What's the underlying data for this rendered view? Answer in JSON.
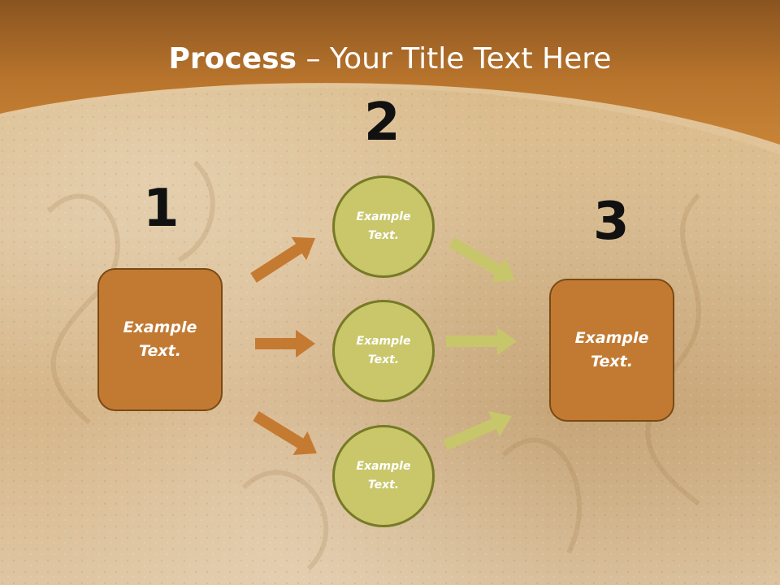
{
  "title": {
    "bold": "Process",
    "rest": " – Your Title Text Here"
  },
  "steps": [
    {
      "number": "1",
      "label": "Example\nText."
    },
    {
      "number": "2",
      "labels": [
        "Example\nText.",
        "Example\nText.",
        "Example\nText."
      ]
    },
    {
      "number": "3",
      "label": "Example\nText."
    }
  ],
  "colors": {
    "header": "#c07a30",
    "box": "#c27a33",
    "circle": "#c9c76a",
    "arrow_orange": "#c57a32",
    "arrow_green": "#c8c66a"
  }
}
